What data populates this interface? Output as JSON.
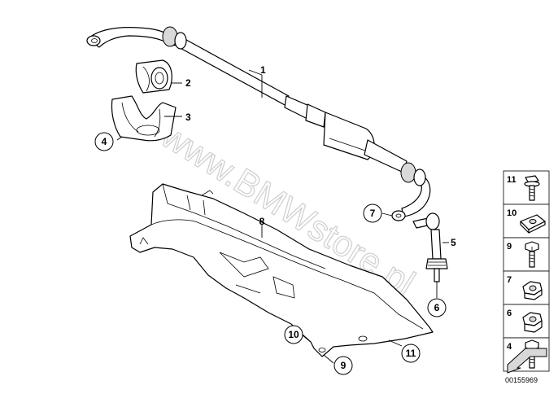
{
  "watermark": "www.BMWstore.pl",
  "callouts": [
    {
      "id": "1",
      "circled": false
    },
    {
      "id": "2",
      "circled": false
    },
    {
      "id": "3",
      "circled": false
    },
    {
      "id": "4",
      "circled": true
    },
    {
      "id": "5",
      "circled": false
    },
    {
      "id": "6",
      "circled": true
    },
    {
      "id": "7",
      "circled": true
    },
    {
      "id": "8",
      "circled": false
    },
    {
      "id": "9",
      "circled": true
    },
    {
      "id": "10",
      "circled": true
    },
    {
      "id": "11",
      "circled": true
    }
  ],
  "sidebar": {
    "items": [
      {
        "number": "11",
        "icon": "flange-bolt-icon"
      },
      {
        "number": "10",
        "icon": "clip-nut-icon"
      },
      {
        "number": "9",
        "icon": "hex-bolt-icon"
      },
      {
        "number": "7",
        "icon": "self-locking-nut-icon"
      },
      {
        "number": "6",
        "icon": "hex-nut-icon"
      },
      {
        "number": "4",
        "icon": "bolt-washer-icon"
      }
    ],
    "arrow_icon": "direction-arrow-icon"
  },
  "diagram_number": "00155969"
}
